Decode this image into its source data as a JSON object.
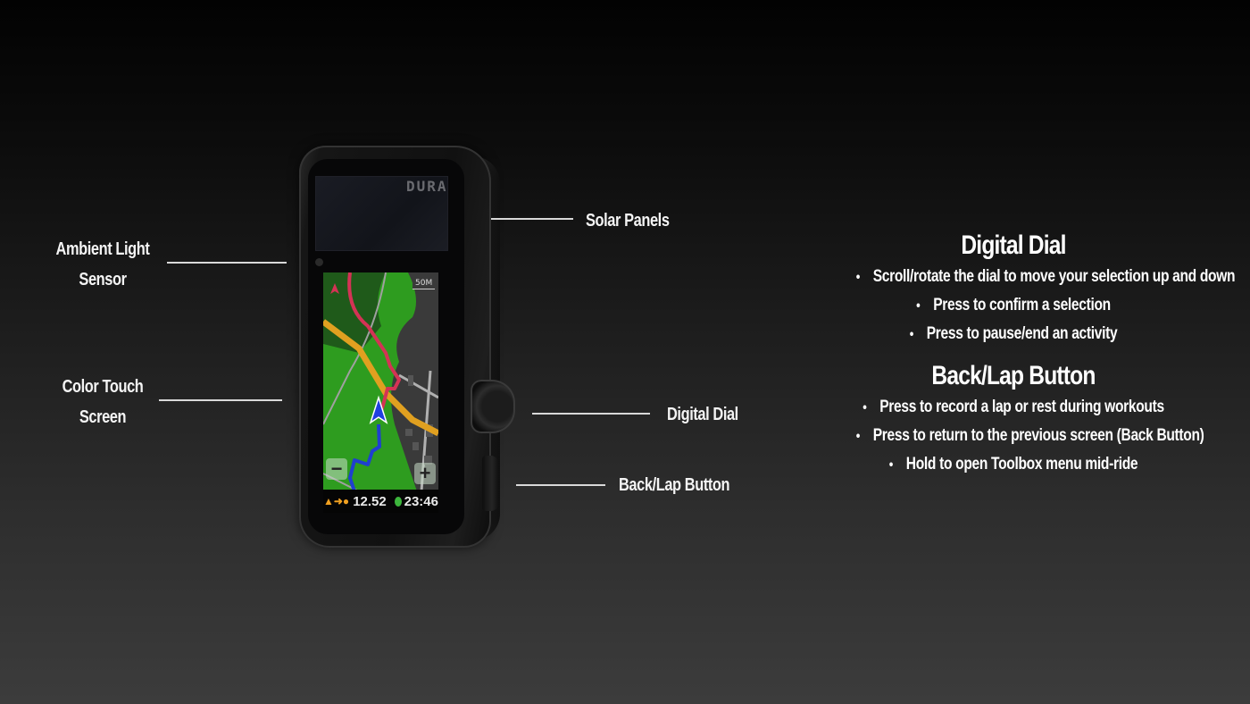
{
  "device": {
    "brand": "DURA",
    "map": {
      "scale_label": "50M",
      "zoom_out_label": "−",
      "zoom_in_label": "+"
    },
    "status_bar": {
      "distance_icon": "route-to-destination-icon",
      "distance_value": "12.52",
      "time_icon": "clock-icon",
      "time_value": "23:46"
    }
  },
  "callouts": {
    "ambient_light_sensor": {
      "line1": "Ambient Light",
      "line2": "Sensor"
    },
    "color_touch_screen": {
      "line1": "Color Touch",
      "line2": "Screen"
    },
    "solar_panels": "Solar Panels",
    "digital_dial": "Digital Dial",
    "back_lap_button": "Back/Lap Button"
  },
  "info_panel": {
    "sections": [
      {
        "title": "Digital Dial",
        "bullets": [
          "Scroll/rotate the dial to move your selection up and down",
          "Press to confirm a selection",
          "Press to pause/end an activity"
        ]
      },
      {
        "title": "Back/Lap Button",
        "bullets": [
          "Press to record a lap or rest during workouts",
          "Press to return to the previous screen (Back Button)",
          "Hold to open Toolbox menu mid-ride"
        ]
      }
    ]
  },
  "colors": {
    "map_green": "#2e9c1f",
    "map_dark_green": "#1f5a1a",
    "route_red": "#d43355",
    "road_orange": "#e0a020",
    "track_blue": "#1f3fd0",
    "status_orange": "#f0a020",
    "status_green": "#3cb53c"
  }
}
